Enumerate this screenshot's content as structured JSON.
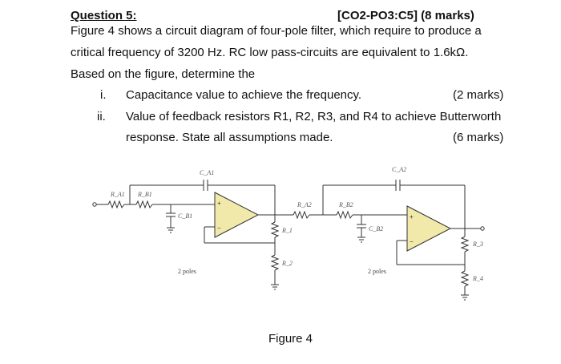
{
  "question": {
    "title": "Question 5:",
    "code": "[CO2-PO3:C5] (8 marks)",
    "line1": "Figure 4 shows a circuit diagram of four-pole filter, which require to produce a",
    "line2": "critical frequency of 3200 Hz. RC low pass-circuits are equivalent to 1.6kΩ.",
    "line3": "Based on the figure, determine the"
  },
  "items": [
    {
      "num": "i.",
      "text": "Capacitance value to achieve the frequency.",
      "marks": "(2 marks)"
    },
    {
      "num": "ii.",
      "text": "Value of feedback resistors R1, R2, R3, and R4 to achieve Butterworth",
      "text2": "response. State all assumptions made.",
      "marks": "(6 marks)"
    }
  ],
  "figure": {
    "caption": "Figure 4",
    "labels": {
      "ca1": "C_A1",
      "ra1": "R_A1",
      "rb1": "R_B1",
      "cb1": "C_B1",
      "r1": "R_1",
      "r2": "R_2",
      "ca2": "C_A2",
      "ra2": "R_A2",
      "rb2": "R_B2",
      "cb2": "C_B2",
      "r3": "R_3",
      "r4": "R_4"
    },
    "poles_left": "2 poles",
    "poles_right": "2 poles",
    "plus": "+",
    "minus": "−"
  }
}
